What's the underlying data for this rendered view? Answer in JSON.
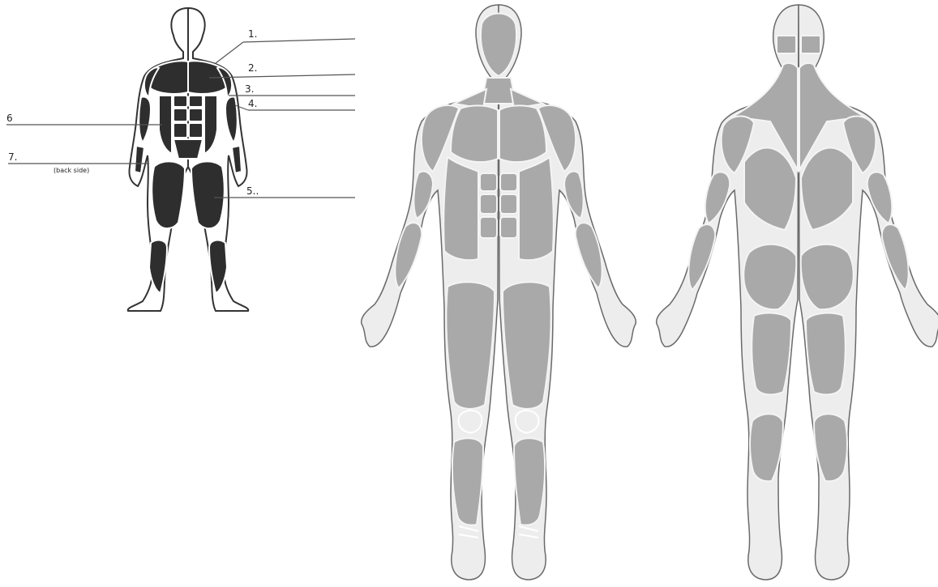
{
  "worksheet": {
    "labels": [
      "1.",
      "2.",
      "3.",
      "4.",
      "5..",
      "6",
      "7."
    ],
    "back_side_note": "(back side)"
  },
  "colors": {
    "dark_muscle": "#2e2e2e",
    "light_muscle": "#a9a9a9",
    "line": "#555555",
    "outline": "#333333"
  }
}
